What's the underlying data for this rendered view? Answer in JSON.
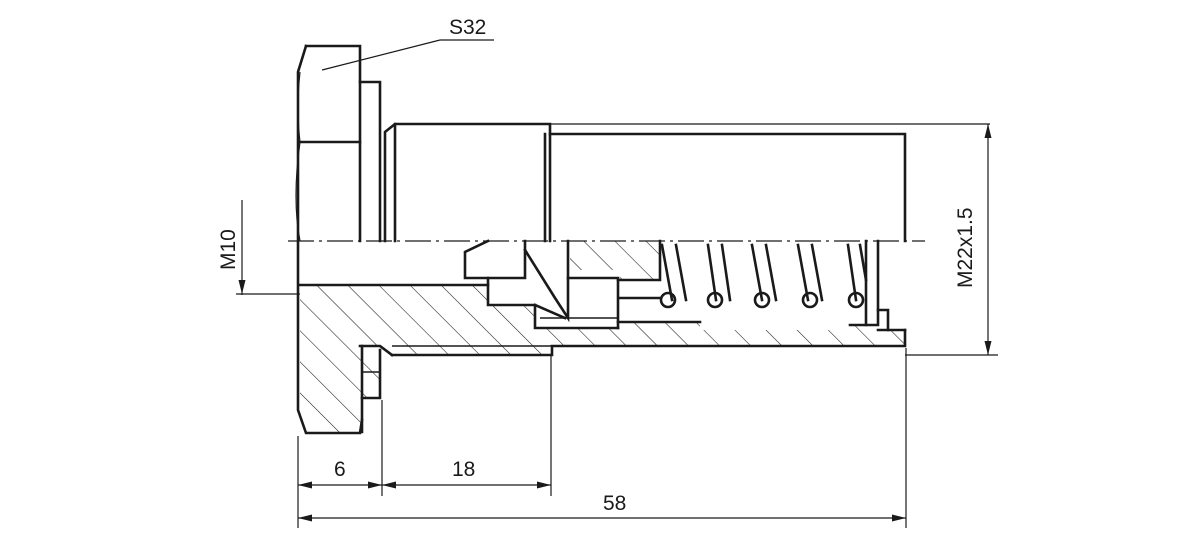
{
  "drawing": {
    "labels": {
      "hex_size": "S32",
      "thread_small": "M10",
      "thread_main": "M22x1.5"
    },
    "dimensions": {
      "head_thickness": "6",
      "shoulder_length": "18",
      "overall_length": "58"
    }
  }
}
